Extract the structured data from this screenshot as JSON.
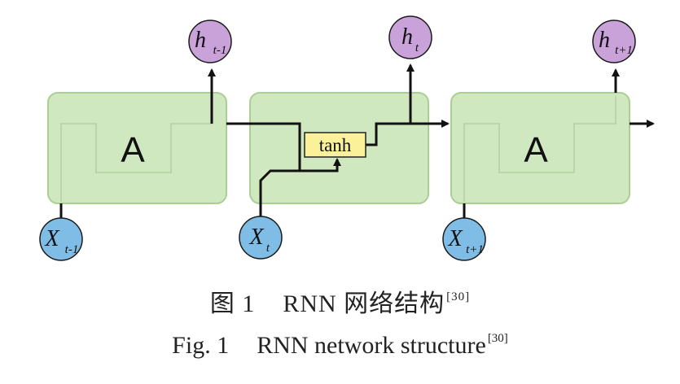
{
  "diagram": {
    "cells": [
      {
        "label": "A"
      },
      {
        "label": ""
      },
      {
        "label": "A"
      }
    ],
    "activation_label": "tanh",
    "outputs": [
      {
        "base": "h",
        "sub": "t-1"
      },
      {
        "base": "h",
        "sub": "t"
      },
      {
        "base": "h",
        "sub": "t+1"
      }
    ],
    "inputs": [
      {
        "base": "X",
        "sub": "t-1"
      },
      {
        "base": "X",
        "sub": "t"
      },
      {
        "base": "X",
        "sub": "t+1"
      }
    ],
    "colors": {
      "cell_fill": "#cfe8c0",
      "cell_stroke": "#a9cf92",
      "output_node": "#c8a2d8",
      "input_node": "#7fbde6",
      "tanh_fill": "#fbf19a",
      "line": "#111111"
    }
  },
  "caption": {
    "zh_fig": "图 1",
    "zh_title": "RNN 网络结构",
    "en_fig": "Fig. 1",
    "en_title": "RNN network structure",
    "ref": "[30]"
  }
}
